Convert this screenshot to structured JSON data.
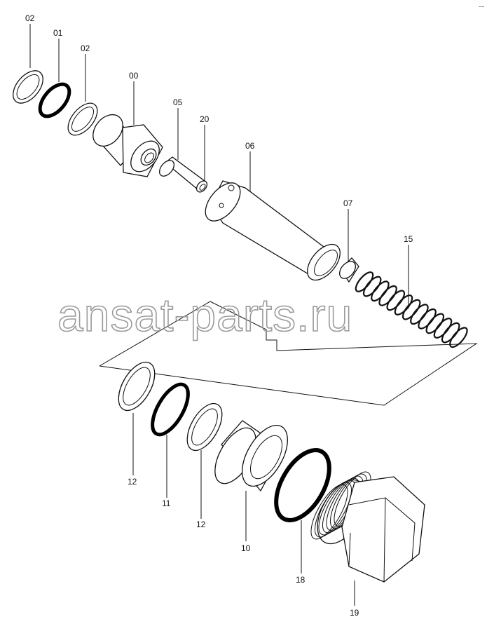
{
  "watermark": "ansat-parts.ru",
  "corner_mark": "~~",
  "labels": {
    "l02a": "02",
    "l01": "01",
    "l02b": "02",
    "l00": "00",
    "l05": "05",
    "l20": "20",
    "l06": "06",
    "l07": "07",
    "l15": "15",
    "l12a": "12",
    "l11": "11",
    "l12b": "12",
    "l10": "10",
    "l18": "18",
    "l19": "19"
  }
}
